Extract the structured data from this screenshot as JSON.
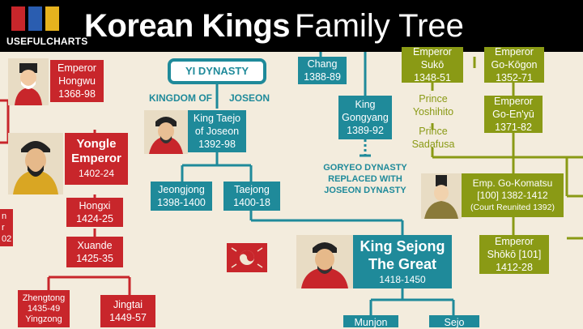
{
  "header": {
    "logo_text": "USEFULCHARTS",
    "title_bold": "Korean Kings",
    "title_light": "Family Tree",
    "logo_colors": [
      "#c8262b",
      "#2a5db0",
      "#e6b31e"
    ]
  },
  "ming": {
    "hongwu": [
      "Emperor",
      "Hongwu",
      "1368-98"
    ],
    "yongle": [
      "Yongle",
      "Emperor",
      "1402-24"
    ],
    "hongxi": [
      "Hongxi",
      "1424-25"
    ],
    "xuande": [
      "Xuande",
      "1425-35"
    ],
    "zhengtong": [
      "Zhengtong",
      "1435-49",
      "Yingzong"
    ],
    "jingtai": [
      "Jingtai",
      "1449-57"
    ],
    "left_partial": [
      "n",
      "r",
      "02"
    ]
  },
  "joseon": {
    "yi_dynasty": "YI DYNASTY",
    "kingdom": "KINGDOM OF",
    "joseon": "JOSEON",
    "taejo": [
      "King Taejo",
      "of Joseon",
      "1392-98"
    ],
    "jeongjong": [
      "Jeongjong",
      "1398-1400"
    ],
    "taejong": [
      "Taejong",
      "1400-18"
    ],
    "sejong": [
      "King Sejong",
      "The Great",
      "1418-1450"
    ],
    "muion_partial": "Munjon",
    "sejo_partial": "Sejo"
  },
  "goryeo": {
    "chang": [
      "Chang",
      "1388-89"
    ],
    "gongyang": [
      "King",
      "Gongyang",
      "1389-92"
    ],
    "replaced": [
      "GORYEO DYNASTY",
      "REPLACED WITH",
      "JOSEON DYNASTY"
    ]
  },
  "japan": {
    "suko": [
      "Emperor",
      "Sukō",
      "1348-51"
    ],
    "gokogon": [
      "Emperor",
      "Go-Kōgon",
      "1352-71"
    ],
    "yoshihito": [
      "Prince",
      "Yoshihito"
    ],
    "sadafusa": [
      "Prince",
      "Sadafusa"
    ],
    "goenyu": [
      "Emperor",
      "Go-En'yū",
      "1371-82"
    ],
    "gokomatsu": [
      "Emp. Go-Komatsu",
      "[100] 1382-1412",
      "(Court Reunited 1392)"
    ],
    "shoko": [
      "Emperor",
      "Shōkō [101]",
      "1412-28"
    ]
  },
  "colors": {
    "ming": "#c8262b",
    "joseon": "#1f8a9a",
    "japan": "#8a9a15",
    "background": "#f3ecdd"
  }
}
